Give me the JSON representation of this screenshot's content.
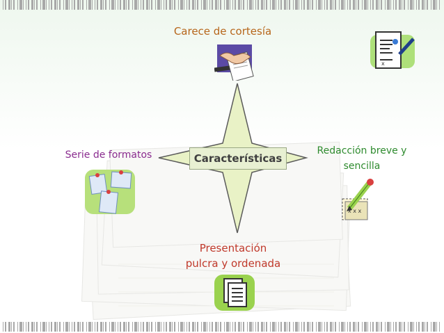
{
  "diagram": {
    "center": "Características",
    "nodes": {
      "top": "Carece de cortesía",
      "left": "Serie de formatos",
      "right_line1": "Redacción breve y",
      "right_line2": "sencilla",
      "bottom_line1": "Presentación",
      "bottom_line2": "pulcra y ordenada"
    }
  },
  "icons": {
    "handshake": "handshake-document-icon",
    "form": "signed-form-icon",
    "notes": "pinned-notes-icon",
    "pencil": "pencil-paper-icon",
    "document": "document-icon"
  },
  "colors": {
    "top_label": "#b7661b",
    "left_label": "#8a2c8f",
    "right_label": "#2e8b2e",
    "bottom_label": "#c0392b",
    "star_fill": "#e9f2c6",
    "star_stroke": "#5a5a5a"
  }
}
